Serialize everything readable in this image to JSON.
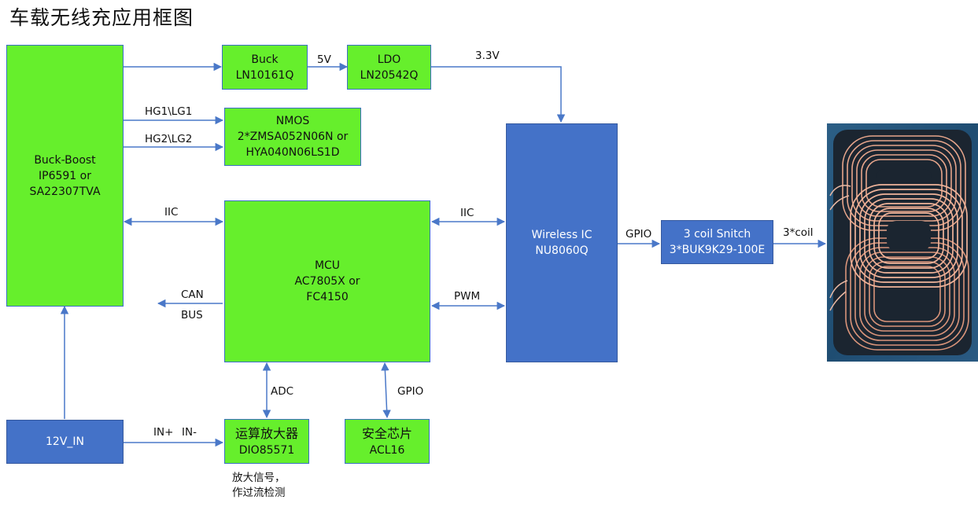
{
  "title": "车载无线充应用框图",
  "blocks": {
    "buckboost": [
      "Buck-Boost",
      "IP6591 or",
      "SA22307TVA"
    ],
    "buck": [
      "Buck",
      "LN10161Q"
    ],
    "ldo": [
      "LDO",
      "LN20542Q"
    ],
    "nmos": [
      "NMOS",
      "2*ZMSA052N06N or",
      "HYA040N06LS1D"
    ],
    "mcu": [
      "MCU",
      "AC7805X or",
      "FC4150"
    ],
    "wireless": [
      "Wireless IC",
      "NU8060Q"
    ],
    "coilswitch": [
      "3 coil Snitch",
      "3*BUK9K29-100E"
    ],
    "in12v": "12V_IN",
    "opamp": [
      "运算放大器",
      "DIO85571"
    ],
    "secchip": [
      "安全芯片",
      "ACL16"
    ]
  },
  "labels": {
    "v5": "5V",
    "v33": "3.3V",
    "hg1": "HG1\\LG1",
    "hg2": "HG2\\LG2",
    "iic_left": "IIC",
    "iic_right": "IIC",
    "can": "CAN",
    "bus": "BUS",
    "pwm": "PWM",
    "gpio_right": "GPIO",
    "coil3": "3*coil",
    "adc": "ADC",
    "gpio_bottom": "GPIO",
    "in_plus": "IN+",
    "in_minus": "IN-"
  },
  "note": [
    "放大信号，",
    "作过流检测"
  ],
  "colors": {
    "block_green": "#66ef2c",
    "block_blue": "#4472c8",
    "wire": "#4a78c8"
  }
}
